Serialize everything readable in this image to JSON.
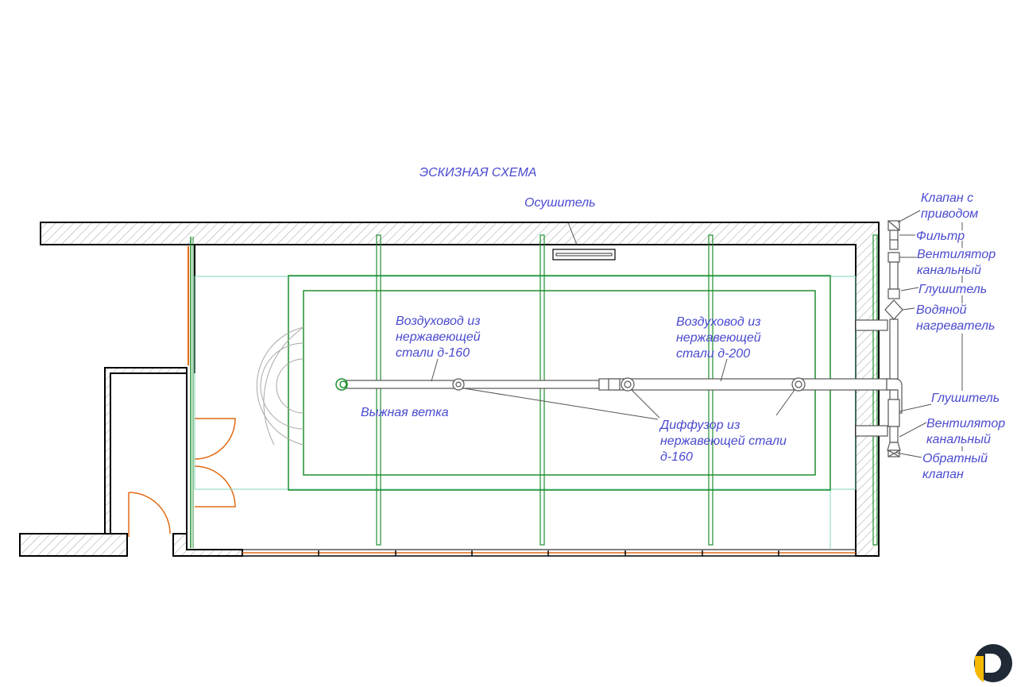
{
  "title": "ЭСКИЗНАЯ СХЕМА",
  "labels": {
    "dehumidifier": "Осушитель",
    "duct160": [
      "Воздуховод из",
      "нержавеющей",
      "стали д-160"
    ],
    "duct200": [
      "Воздуховод из",
      "нержавеющей",
      "стали д-200"
    ],
    "exhaust": "Выжная ветка",
    "diffuser": [
      "Диффузор из",
      "нержавеющей стали",
      "д-160"
    ],
    "valve": [
      "Клапан с",
      "приводом"
    ],
    "filter": "Фильтр",
    "fan_top": [
      "Вентилятор",
      "канальный"
    ],
    "silencer_top": "Глушитель",
    "heater": [
      "Водяной",
      "нагреватель"
    ],
    "silencer_bottom": "Глушитель",
    "fan_bottom": [
      "Вентилятор",
      "канальный"
    ],
    "check_valve": [
      "Обратный",
      "клапан"
    ]
  },
  "colors": {
    "label": "#4a4ad0",
    "wall": "#000000",
    "hatch": "#9a9a9a",
    "green": "#1f8f2f",
    "light": "#7fd6b8",
    "orange": "#e06a14",
    "duct": "#555555",
    "logo_dark": "#1f2a36",
    "logo_yellow": "#f5b800"
  },
  "icons": {
    "logo": "company-logo"
  }
}
